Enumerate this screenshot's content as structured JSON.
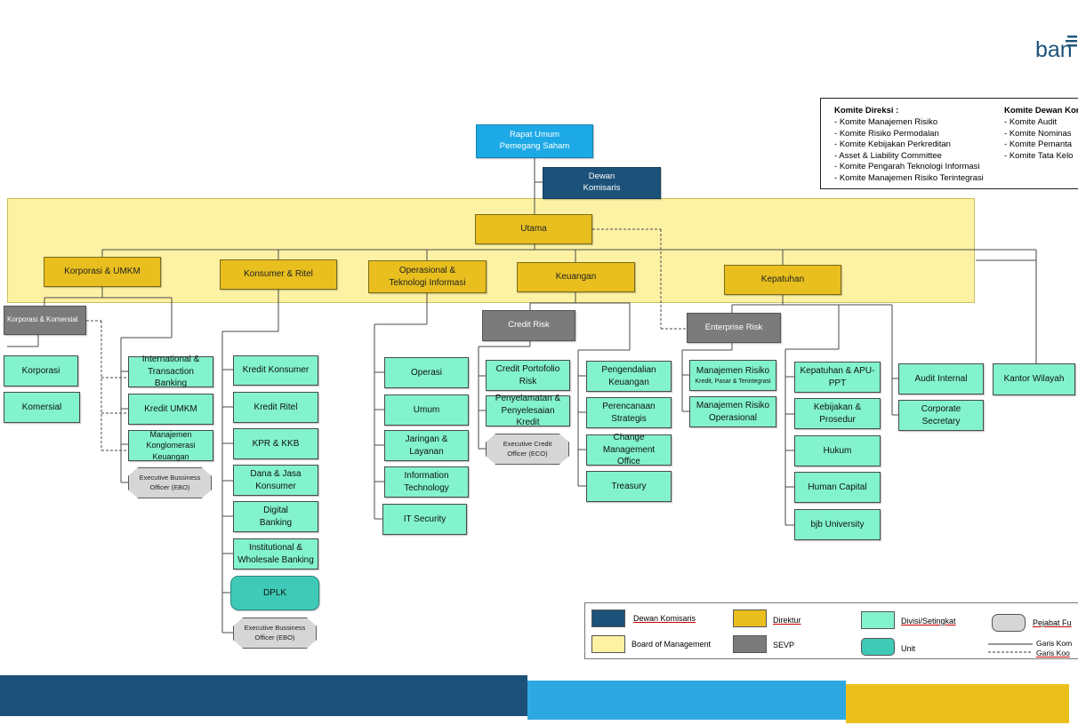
{
  "logo": {
    "text": "ban"
  },
  "committees": {
    "direksi": {
      "title": "Komite Direksi :",
      "items": [
        "Komite Manajemen Risiko",
        "Komite Risiko Permodalan",
        "Komite Kebijakan Perkreditan",
        "Asset & Liability Committee",
        "Komite Pengarah Teknologi Informasi",
        "Komite Manajemen Risiko Terintegrasi"
      ]
    },
    "dewan": {
      "title": "Komite Dewan Kom",
      "items": [
        "Komite Audit",
        "Komite Nominas",
        "Komite Pemanta",
        "Komite Tata Kelo"
      ]
    }
  },
  "top": {
    "rups": [
      "Rapat Umum",
      "Pemegang Saham"
    ],
    "dewan": [
      "Dewan",
      "Komisaris"
    ]
  },
  "directors": {
    "utama": "Utama",
    "korporasi_umkm": "Korporasi & UMKM",
    "konsumer_ritel": "Konsumer & Ritel",
    "operasional": [
      "Operasional &",
      "Teknologi Informasi"
    ],
    "keuangan": "Keuangan",
    "kepatuhan": "Kepatuhan"
  },
  "sevp": {
    "korporasi_komersial": "Korporasi & Komersial",
    "credit_risk": "Credit Risk",
    "enterprise_risk": "Enterprise Risk"
  },
  "divisions": {
    "korporasi": "Korporasi",
    "komersial": "Komersial",
    "international": [
      "International &",
      "Transaction Banking"
    ],
    "kredit_umkm": "Kredit UMKM",
    "manajemen_konglomerasi": [
      "Manajemen",
      "Konglomerasi Keuangan"
    ],
    "kredit_konsumer": "Kredit Konsumer",
    "kredit_ritel": "Kredit Ritel",
    "kpr_kkb": "KPR & KKB",
    "dana_jasa": [
      "Dana & Jasa",
      "Konsumer"
    ],
    "digital_banking": [
      "Digital",
      "Banking"
    ],
    "institutional": [
      "Institutional &",
      "Wholesale Banking"
    ],
    "operasi": "Operasi",
    "umum": "Umum",
    "jaringan": [
      "Jaringan &",
      "Layanan"
    ],
    "information_technology": [
      "Information",
      "Technology"
    ],
    "it_security": "IT Security",
    "credit_portofolio": [
      "Credit Portofolio",
      "Risk"
    ],
    "penyelamatan": [
      "Penyelamatan &",
      "Penyelesaian Kredit"
    ],
    "pengendalian": [
      "Pengendalian",
      "Keuangan"
    ],
    "perencanaan": [
      "Perencanaan",
      "Strategis"
    ],
    "change_management": [
      "Change Management",
      "Office"
    ],
    "treasury": "Treasury",
    "mr_kredit": [
      "Manajemen Risiko",
      "Kredit, Pasar & Terintegrasi"
    ],
    "mr_operasional": [
      "Manajemen Risiko",
      "Operasional"
    ],
    "kepatuhan_apu": "Kepatuhan & APU-PPT",
    "kebijakan": "Kebijakan & Prosedur",
    "hukum": "Hukum",
    "human_capital": "Human Capital",
    "bjb_university": "bjb University",
    "audit_internal": "Audit Internal",
    "corporate_secretary": "Corporate Secretary",
    "kantor_wilayah": "Kantor Wilayah"
  },
  "units": {
    "dplk": "DPLK"
  },
  "officers": {
    "ebo_umkm": [
      "Executive Bussiness",
      "Officer (EBO)"
    ],
    "eco": [
      "Executive Credit",
      "Officer (ECO)"
    ],
    "ebo_ritel": [
      "Executive Bussiness",
      "Officer (EBO)"
    ]
  },
  "legend": {
    "dewan_komisaris": "Dewan Komisaris",
    "direktur": "Direktur",
    "divisi": "Divisi/Setingkat",
    "pejabat": "Pejabat Fu",
    "bom": "Board of Management",
    "sevp": "SEVP",
    "unit": "Unit",
    "garis_kom": "Garis Kom",
    "garis_koo": "Garis Koo"
  },
  "colors": {
    "dewan_komisaris": "#1c527a",
    "rups": "#1ca9e6",
    "direktur": "#e8bf1f",
    "board_of_management": "#fdf2a4",
    "sevp": "#7b7b7b",
    "divisi": "#82f3cd",
    "unit": "#3fcab8",
    "pejabat": "#d6d6d6",
    "bar_navy": "#1c527a",
    "bar_sky": "#2ea8e0",
    "bar_gold": "#ecc01c"
  }
}
